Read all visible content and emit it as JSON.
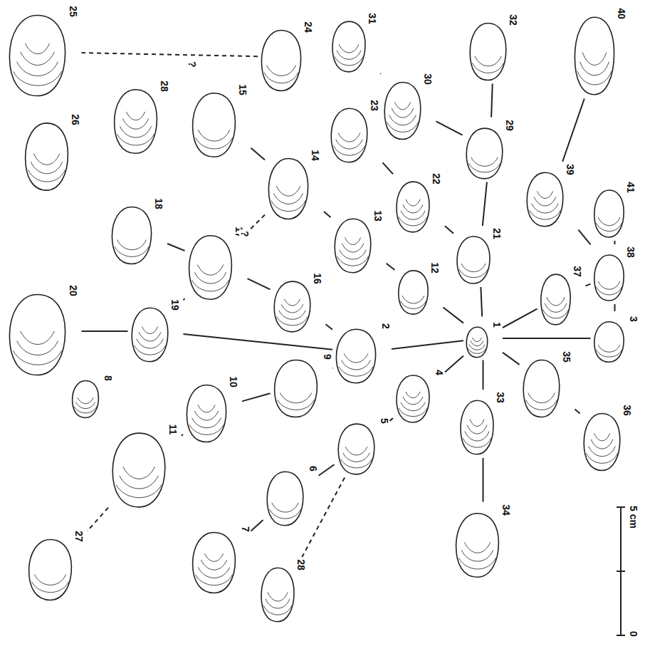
{
  "diagram": {
    "nodes": [
      {
        "text": [
          "1"
        ]
      },
      {
        "text": [
          "2"
        ]
      },
      {
        "text": [
          "3"
        ]
      },
      {
        "text": [
          "4"
        ]
      },
      {
        "text": [
          "5"
        ]
      },
      {
        "text": [
          "6"
        ]
      },
      {
        "text": [
          "7"
        ]
      },
      {
        "text": [
          "8"
        ]
      },
      {
        "text": [
          "9"
        ]
      },
      {
        "text": [
          "10"
        ]
      },
      {
        "text": [
          "11"
        ]
      },
      {
        "text": [
          "12"
        ]
      },
      {
        "text": [
          "13"
        ]
      },
      {
        "text": [
          "14"
        ]
      },
      {
        "text": [
          "15"
        ]
      },
      {
        "text": [
          "16"
        ]
      },
      {
        "text": [
          "17"
        ]
      },
      {
        "text": [
          "18"
        ]
      },
      {
        "text": [
          "19"
        ]
      },
      {
        "text": [
          "20"
        ]
      },
      {
        "text": [
          "21"
        ]
      },
      {
        "text": [
          "22"
        ]
      },
      {
        "text": [
          "23"
        ]
      },
      {
        "text": [
          "24"
        ]
      },
      {
        "text": [
          "25"
        ]
      },
      {
        "text": [
          "26"
        ]
      },
      {
        "text": [
          "27"
        ]
      },
      {
        "text": [
          "28"
        ]
      },
      {
        "text": [
          "28"
        ]
      },
      {
        "text": [
          "29"
        ]
      },
      {
        "text": [
          "30"
        ]
      },
      {
        "text": [
          "31"
        ]
      },
      {
        "text": [
          "32"
        ]
      },
      {
        "text": [
          "33"
        ]
      },
      {
        "text": [
          "34"
        ]
      },
      {
        "text": [
          "35"
        ]
      },
      {
        "text": [
          "36"
        ]
      },
      {
        "text": [
          "37"
        ]
      },
      {
        "text": [
          "38"
        ]
      },
      {
        "text": [
          "39"
        ]
      },
      {
        "text": [
          "40"
        ]
      },
      {
        "text": [
          "41"
        ]
      }
    ],
    "edges": [
      {
        "from": 0,
        "to": 1,
        "arrow": "none"
      },
      {
        "from": 0,
        "to": 11,
        "arrow": "none"
      },
      {
        "from": 11,
        "to": 12,
        "arrow": "none"
      },
      {
        "from": 12,
        "to": 13,
        "arrow": "none"
      },
      {
        "from": 13,
        "to": 14,
        "arrow": "none"
      },
      {
        "from": 13,
        "to": 16,
        "arrow": "none"
      },
      {
        "from": 0,
        "to": 20,
        "arrow": "none"
      },
      {
        "from": 20,
        "to": 21,
        "arrow": "none"
      },
      {
        "from": 21,
        "to": 22,
        "arrow": "none"
      },
      {
        "from": 20,
        "to": 29,
        "arrow": "none"
      },
      {
        "from": 29,
        "to": 30,
        "arrow": "none"
      },
      {
        "from": 30,
        "to": 31,
        "arrow": "none"
      },
      {
        "from": 29,
        "to": 32,
        "arrow": "none"
      },
      {
        "from": 0,
        "to": 2,
        "arrow": "none"
      },
      {
        "from": 2,
        "to": 38,
        "arrow": "none"
      },
      {
        "from": 38,
        "to": 37,
        "arrow": "none"
      },
      {
        "from": 0,
        "to": 37,
        "arrow": "none"
      },
      {
        "from": 38,
        "to": 39,
        "arrow": "none"
      },
      {
        "from": 39,
        "to": 40,
        "arrow": "none"
      },
      {
        "from": 38,
        "to": 41,
        "arrow": "none"
      },
      {
        "from": 0,
        "to": 33,
        "arrow": "none"
      },
      {
        "from": 33,
        "to": 34,
        "arrow": "none"
      },
      {
        "from": 0,
        "to": 35,
        "arrow": "none"
      },
      {
        "from": 35,
        "to": 36,
        "arrow": "none"
      },
      {
        "from": 0,
        "to": 3,
        "arrow": "none"
      },
      {
        "from": 3,
        "to": 4,
        "arrow": "none"
      },
      {
        "from": 4,
        "to": 5,
        "arrow": "none"
      },
      {
        "from": 5,
        "to": 6,
        "arrow": "none"
      },
      {
        "from": 4,
        "to": 28,
        "arrow": "none"
      },
      {
        "from": 1,
        "to": 8,
        "arrow": "none"
      },
      {
        "from": 8,
        "to": 9,
        "arrow": "none"
      },
      {
        "from": 9,
        "to": 10,
        "arrow": "none"
      },
      {
        "from": 10,
        "to": 26,
        "arrow": "none"
      },
      {
        "from": 1,
        "to": 15,
        "arrow": "none"
      },
      {
        "from": 15,
        "to": 16,
        "arrow": "none"
      },
      {
        "from": 16,
        "to": 17,
        "arrow": "none"
      },
      {
        "from": 16,
        "to": 18,
        "arrow": "none"
      },
      {
        "from": 18,
        "to": 19,
        "arrow": "none"
      },
      {
        "from": 18,
        "to": 1,
        "arrow": "none"
      },
      {
        "from": 23,
        "to": 24,
        "arrow": "none"
      }
    ],
    "labels": [
      "?",
      "?",
      "0",
      "5 cm"
    ]
  }
}
